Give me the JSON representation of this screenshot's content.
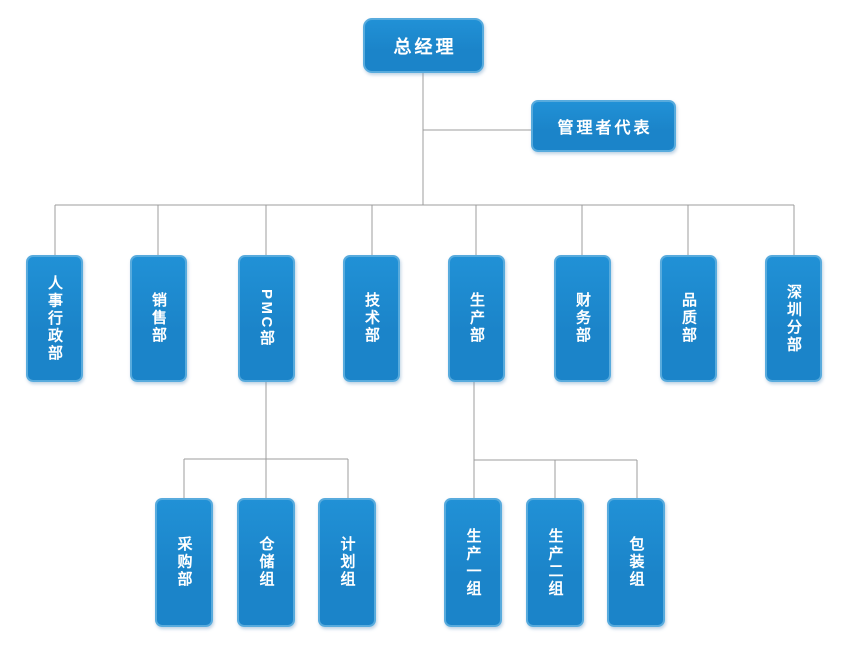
{
  "colors": {
    "background": "#ffffff",
    "node_fill": "#1b84c9",
    "node_fill_top": "#2191d6",
    "node_border": "#58abdd",
    "connector": "#9c9c9c",
    "text": "#ffffff"
  },
  "org": {
    "root": {
      "label": "总经理"
    },
    "assistant": {
      "label": "管理者代表"
    },
    "departments": [
      {
        "label": "人事行政部"
      },
      {
        "label": "销售部"
      },
      {
        "label": "PMC部"
      },
      {
        "label": "技术部"
      },
      {
        "label": "生产部"
      },
      {
        "label": "财务部"
      },
      {
        "label": "品质部"
      },
      {
        "label": "深圳分部"
      }
    ],
    "pmc_subgroups": [
      {
        "label": "采购部"
      },
      {
        "label": "仓储组"
      },
      {
        "label": "计划组"
      }
    ],
    "production_subgroups": [
      {
        "label": "生产一组"
      },
      {
        "label": "生产二组"
      },
      {
        "label": "包装组"
      }
    ]
  }
}
